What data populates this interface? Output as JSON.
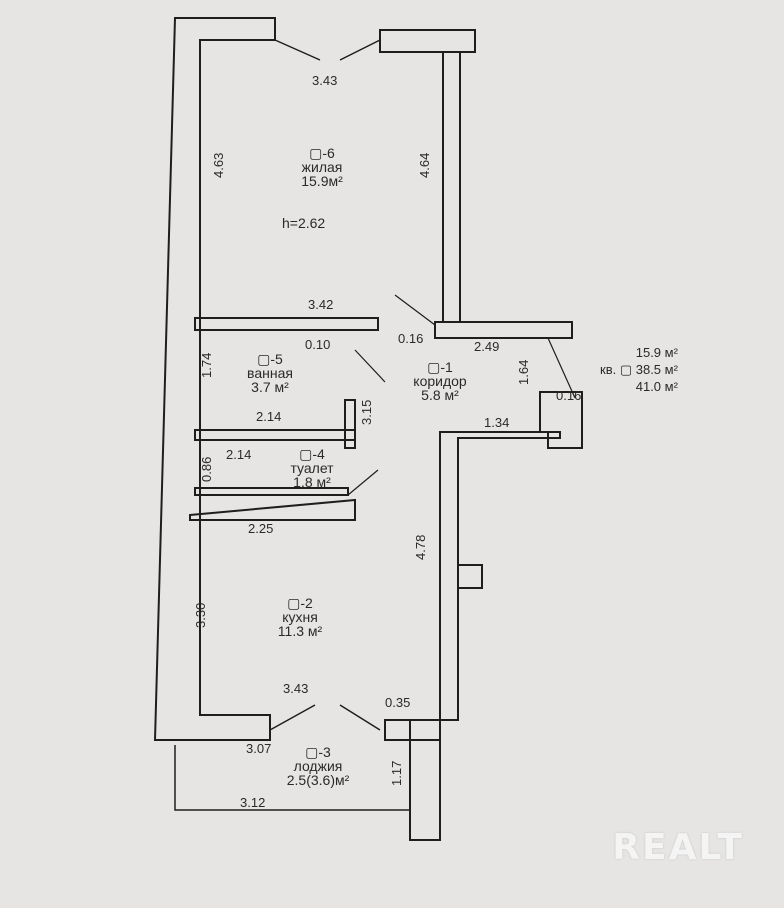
{
  "rooms": {
    "r6": {
      "num": "6",
      "name": "жилая",
      "area": "15.9м²",
      "height": "h=2.62"
    },
    "r5": {
      "num": "5",
      "name": "ванная",
      "area": "3.7 м²"
    },
    "r1": {
      "num": "1",
      "name": "коридор",
      "area": "5.8 м²"
    },
    "r4": {
      "num": "4",
      "name": "туалет",
      "area": "1.8 м²"
    },
    "r2": {
      "num": "2",
      "name": "кухня",
      "area": "11.3 м²"
    },
    "r3": {
      "num": "3",
      "name": "лоджия",
      "area": "2.5(3.6)м²"
    }
  },
  "dims": {
    "d343top": "3.43",
    "d463": "4.63",
    "d464": "4.64",
    "d342": "3.42",
    "d010": "0.10",
    "d016a": "0.16",
    "d249": "2.49",
    "d174": "1.74",
    "d164": "1.64",
    "d016b": "0.16",
    "d214a": "2.14",
    "d315": "3.15",
    "d134": "1.34",
    "d214b": "2.14",
    "d086": "0.86",
    "d225": "2.25",
    "d478": "4.78",
    "d330": "3.30",
    "d343bot": "3.43",
    "d035": "0.35",
    "d307": "3.07",
    "d117": "1.17",
    "d312": "3.12"
  },
  "summary": {
    "living": "15.9 м²",
    "apt_prefix": "кв.",
    "total": "38.5 м²",
    "total_with_loggia": "41.0 м²"
  },
  "watermark": "REALT"
}
